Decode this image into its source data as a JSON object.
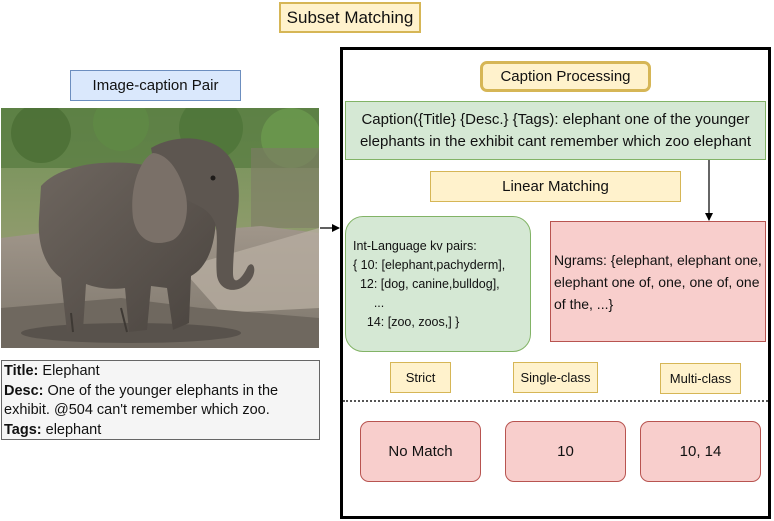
{
  "title": "Subset Matching",
  "left_panel": {
    "label": "Image-caption Pair",
    "photo_icon": "elephant-photo",
    "metadata": {
      "title_key": "Title:",
      "title_value": " Elephant",
      "desc_key": "Desc:",
      "desc_value": "  One of the younger elephants in the exhibit. @504 can't remember which zoo.",
      "tags_key": "Tags:",
      "tags_value": " elephant"
    }
  },
  "processing": {
    "header": "Caption Processing",
    "caption_text": "Caption({Title} {Desc.} {Tags): elephant one of the younger elephants in the exhibit cant remember which zoo elephant",
    "linear_matching": "Linear Matching",
    "kv_title": "Int-Language kv pairs:",
    "kv_lines": [
      "{ 10: [elephant,pachyderm],",
      "  12: [dog, canine,bulldog],",
      "      ...",
      "    14: [zoo, zoos,] }"
    ],
    "ngrams_text": "Ngrams: {elephant, elephant one, elephant one of, one, one of, one of the, ...}"
  },
  "modes": {
    "strict": "Strict",
    "single": "Single-class",
    "multi": "Multi-class"
  },
  "results": {
    "strict": "No Match",
    "single": "10",
    "multi": "10, 14"
  },
  "colors": {
    "yellow_fill": "#fff2cc",
    "yellow_stroke": "#d6b656",
    "green_fill": "#d5e8d4",
    "green_stroke": "#82b366",
    "red_fill": "#f8cecc",
    "red_stroke": "#b85450",
    "blue_fill": "#dae8fc",
    "blue_stroke": "#6c8ebf"
  }
}
